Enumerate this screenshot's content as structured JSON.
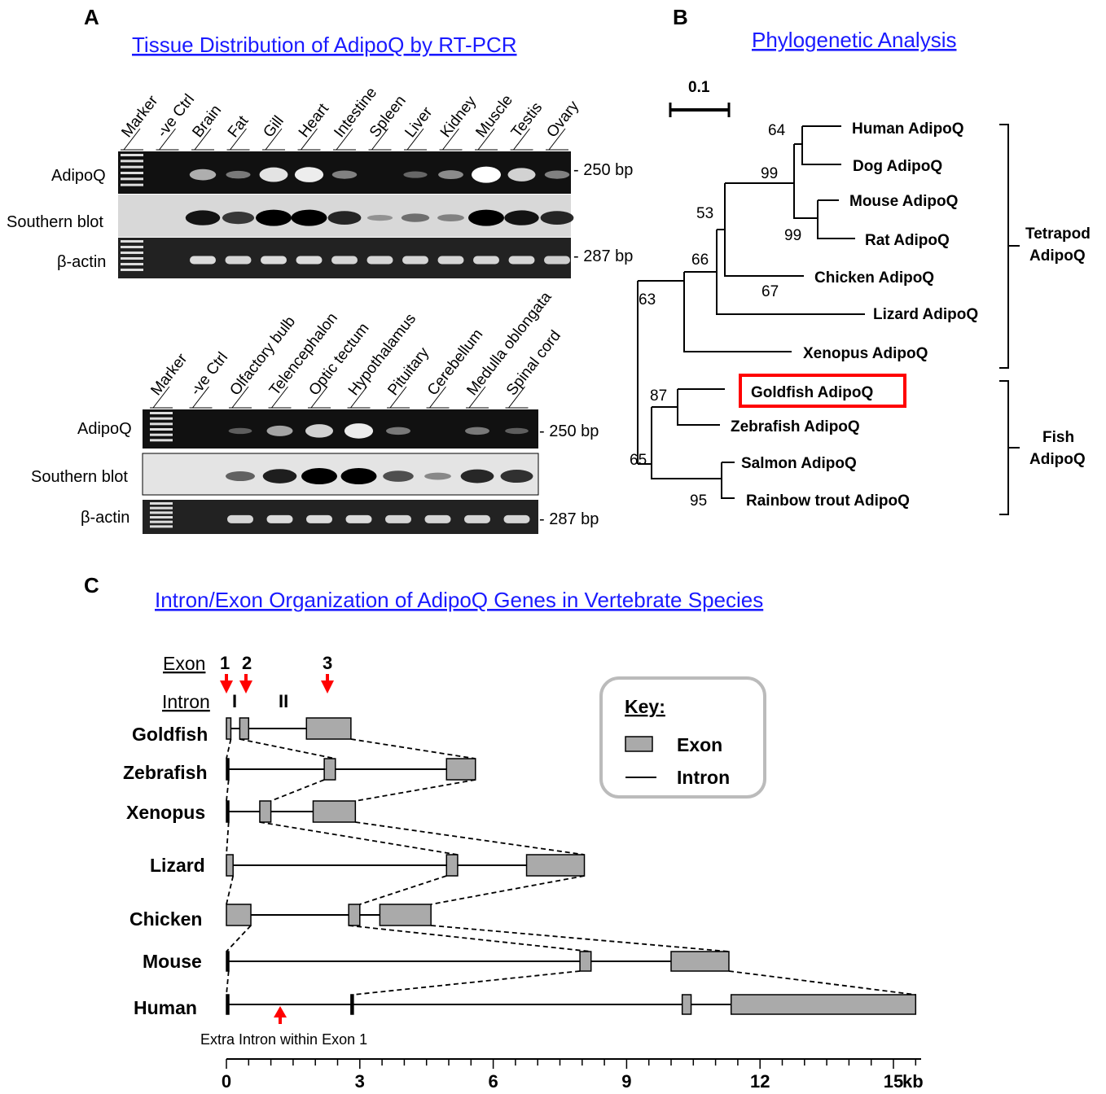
{
  "panelA": {
    "letter": "A",
    "title": "Tissue Distribution of AdipoQ by RT-PCR",
    "gel1": {
      "lanes": [
        "Marker",
        "-ve Ctrl",
        "Brain",
        "Fat",
        "Gill",
        "Heart",
        "Intestine",
        "Spleen",
        "Liver",
        "Kidney",
        "Muscle",
        "Testis",
        "Ovary"
      ],
      "rows": [
        "AdipoQ",
        "Southern blot",
        "β-actin"
      ],
      "adipoq_intensity": [
        0,
        0,
        0.55,
        0.25,
        0.85,
        0.9,
        0.3,
        0,
        0.15,
        0.35,
        1.0,
        0.75,
        0.3
      ],
      "southern_intensity": [
        0,
        0,
        0.9,
        0.7,
        1.0,
        1.0,
        0.8,
        0.2,
        0.4,
        0.3,
        1.0,
        0.9,
        0.8
      ],
      "actin_intensity": [
        0,
        0,
        0.9,
        0.85,
        0.9,
        0.9,
        0.85,
        0.85,
        0.85,
        0.85,
        0.85,
        0.85,
        0.8
      ],
      "bp_labels": [
        "- 250 bp",
        "- 287 bp"
      ]
    },
    "gel2": {
      "lanes": [
        "Marker",
        "-ve Ctrl",
        "Olfactory bulb",
        "Telencephalon",
        "Optic tectum",
        "Hypothalamus",
        "Pituitary",
        "Cerebellum",
        "Medulla oblongata",
        "Spinal cord"
      ],
      "rows": [
        "AdipoQ",
        "Southern blot",
        "β-actin"
      ],
      "adipoq_intensity": [
        0,
        0,
        0.1,
        0.5,
        0.75,
        0.9,
        0.25,
        0,
        0.25,
        0.1
      ],
      "southern_intensity": [
        0,
        0,
        0.5,
        0.85,
        1.0,
        1.0,
        0.6,
        0.3,
        0.8,
        0.75
      ],
      "actin_intensity": [
        0,
        0,
        0.85,
        0.9,
        0.9,
        0.9,
        0.85,
        0.85,
        0.85,
        0.85
      ],
      "bp_labels": [
        "- 250 bp",
        "- 287 bp"
      ]
    }
  },
  "panelB": {
    "letter": "B",
    "title": "Phylogenetic Analysis",
    "scale_label": "0.1",
    "taxa": [
      "Human AdipoQ",
      "Dog AdipoQ",
      "Mouse AdipoQ",
      "Rat AdipoQ",
      "Chicken AdipoQ",
      "Lizard AdipoQ",
      "Xenopus AdipoQ",
      "Goldfish AdipoQ",
      "Zebrafish AdipoQ",
      "Salmon AdipoQ",
      "Rainbow trout AdipoQ"
    ],
    "bootstraps": [
      "64",
      "99",
      "99",
      "53",
      "67",
      "66",
      "63",
      "87",
      "65",
      "95"
    ],
    "groups": [
      "Tetrapod",
      "AdipoQ",
      "Fish",
      "AdipoQ"
    ],
    "highlight": "Goldfish AdipoQ",
    "highlight_color": "#ff0000"
  },
  "panelC": {
    "letter": "C",
    "title": "Intron/Exon Organization of AdipoQ Genes in Vertebrate Species",
    "exon_label": "Exon",
    "intron_label": "Intron",
    "exon_numbers": [
      "1",
      "2",
      "3"
    ],
    "intron_numbers": [
      "I",
      "II"
    ],
    "species": [
      "Goldfish",
      "Zebrafish",
      "Xenopus",
      "Lizard",
      "Chicken",
      "Mouse",
      "Human"
    ],
    "genes": [
      {
        "exons": [
          [
            0,
            0.1
          ],
          [
            0.3,
            0.5
          ],
          [
            1.8,
            2.8
          ]
        ]
      },
      {
        "exons": [
          [
            0,
            0.05
          ],
          [
            2.2,
            2.45
          ],
          [
            4.95,
            5.6
          ]
        ]
      },
      {
        "exons": [
          [
            0,
            0.05
          ],
          [
            0.75,
            1.0
          ],
          [
            1.95,
            2.9
          ]
        ]
      },
      {
        "exons": [
          [
            0,
            0.15
          ],
          [
            4.95,
            5.2
          ],
          [
            6.75,
            8.05
          ]
        ]
      },
      {
        "exons": [
          [
            0,
            0.55
          ],
          [
            2.75,
            3.0
          ],
          [
            3.45,
            4.6
          ]
        ]
      },
      {
        "exons": [
          [
            0,
            0.05
          ],
          [
            7.95,
            8.2
          ],
          [
            10.0,
            11.3
          ]
        ]
      },
      {
        "exons": [
          [
            0,
            0.05
          ],
          [
            2.8,
            2.85
          ],
          [
            10.25,
            10.45
          ],
          [
            11.35,
            15.5
          ]
        ]
      }
    ],
    "key_title": "Key:",
    "key_exon": "Exon",
    "key_intron": "Intron",
    "annotation": "Extra Intron within Exon 1",
    "axis_ticks": [
      "0",
      "3",
      "6",
      "9",
      "12",
      "15"
    ],
    "axis_unit": "kb",
    "exon_color": "#aaaaaa",
    "arrow_color": "#ff0000"
  }
}
